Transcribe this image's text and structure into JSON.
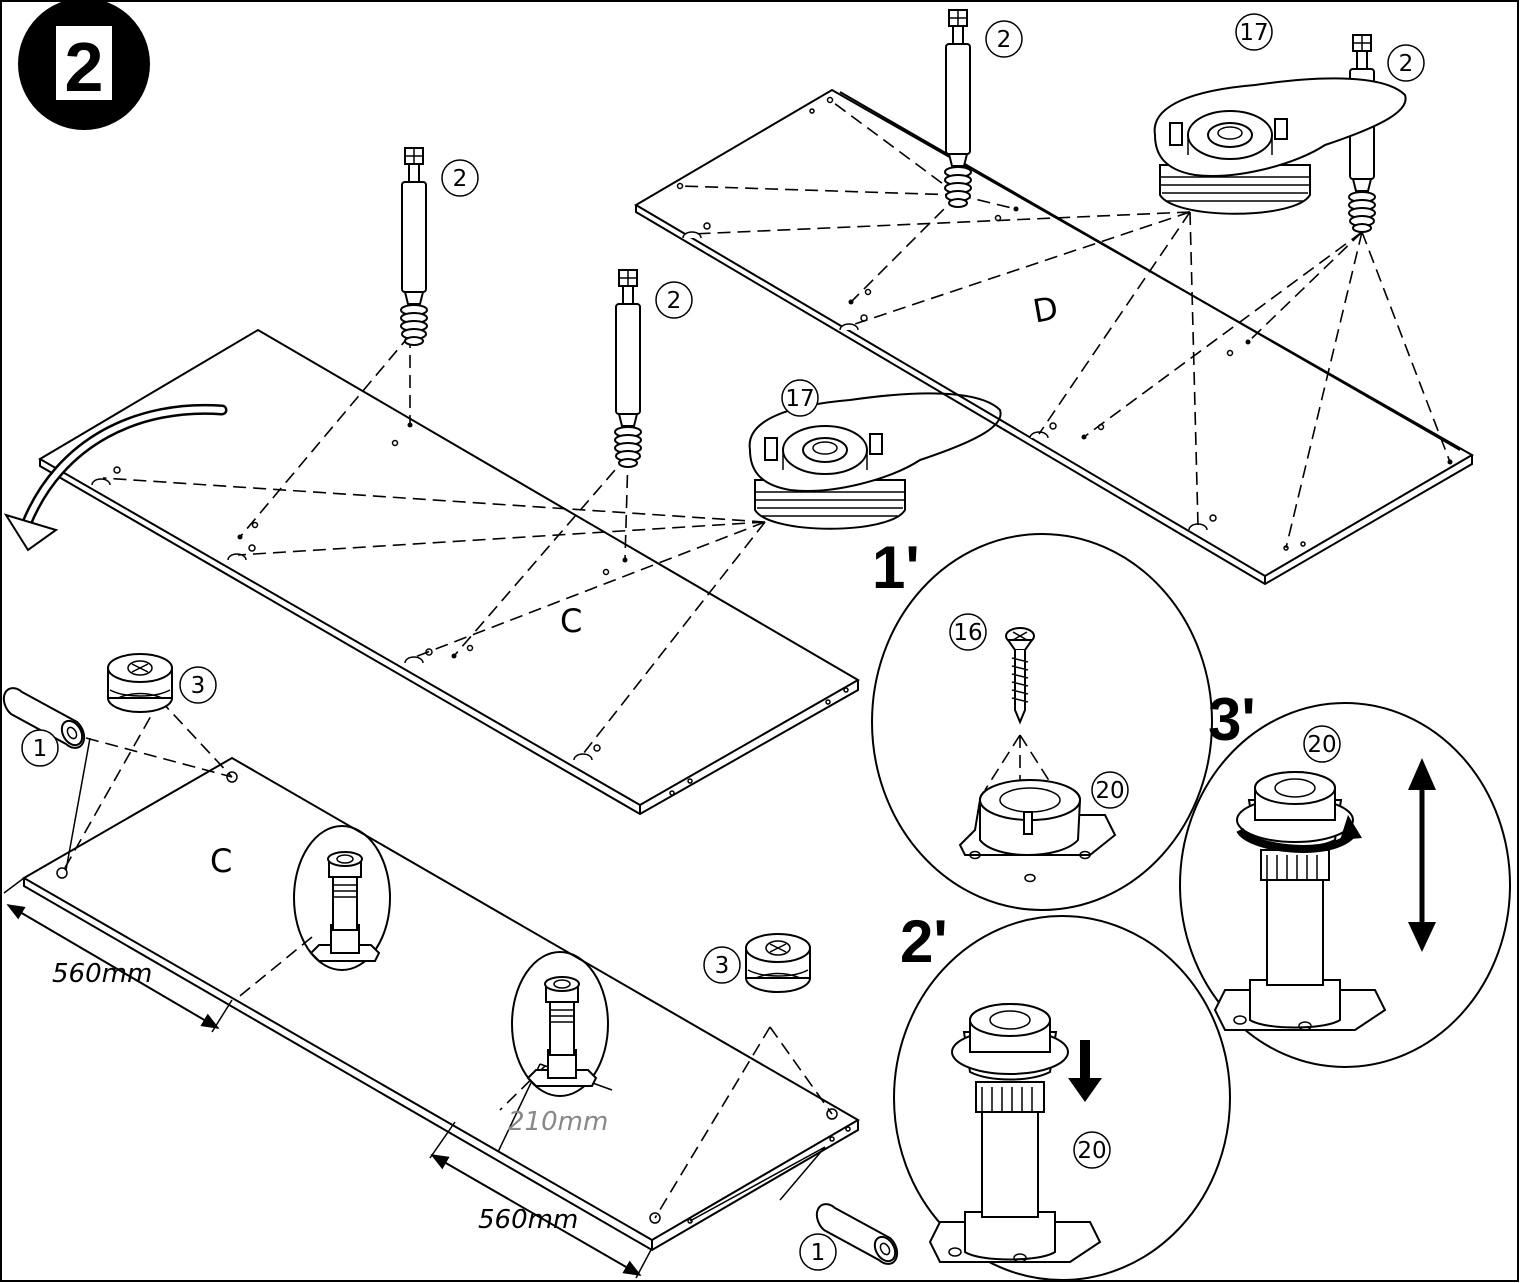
{
  "step": {
    "number": "2"
  },
  "panels": {
    "upper_left": {
      "label": "C"
    },
    "upper_right": {
      "label": "D"
    },
    "lower": {
      "label": "C"
    }
  },
  "parts": {
    "cam_bolt": "2",
    "cam_connector_base": "17",
    "dowel": "1",
    "cam_lock": "3",
    "screw": "16",
    "leveling_foot": "20"
  },
  "dimensions": {
    "leg_offset_left": "560mm",
    "leg_offset_right": "560mm",
    "leg_offset_front": "210mm"
  },
  "substeps": {
    "s1": "1'",
    "s2": "2'",
    "s3": "3'"
  }
}
